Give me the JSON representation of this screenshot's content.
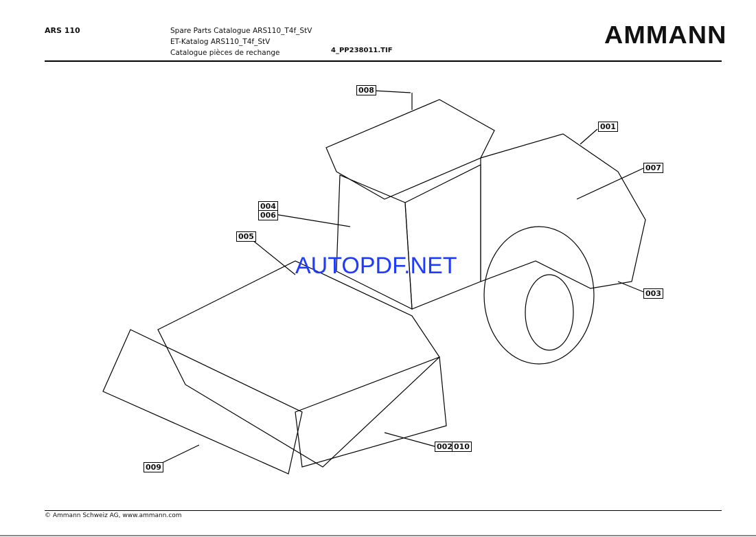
{
  "header": {
    "model": "ARS 110",
    "title_en": "Spare Parts Catalogue ARS110_T4f_StV",
    "title_de": "ET-Katalog ARS110_T4f_StV",
    "title_fr": "Catalogue pièces de rechange",
    "file": "4_PP238011.TIF",
    "logo": "AMMANN"
  },
  "callouts": {
    "c008": "008",
    "c001": "001",
    "c007": "007",
    "c004": "004",
    "c006": "006",
    "c005": "005",
    "c003": "003",
    "c002": "002",
    "c010": "010",
    "c009": "009"
  },
  "watermark": "AUTOPDF.NET",
  "footer": "© Ammann Schweiz AG, www.ammann.com"
}
